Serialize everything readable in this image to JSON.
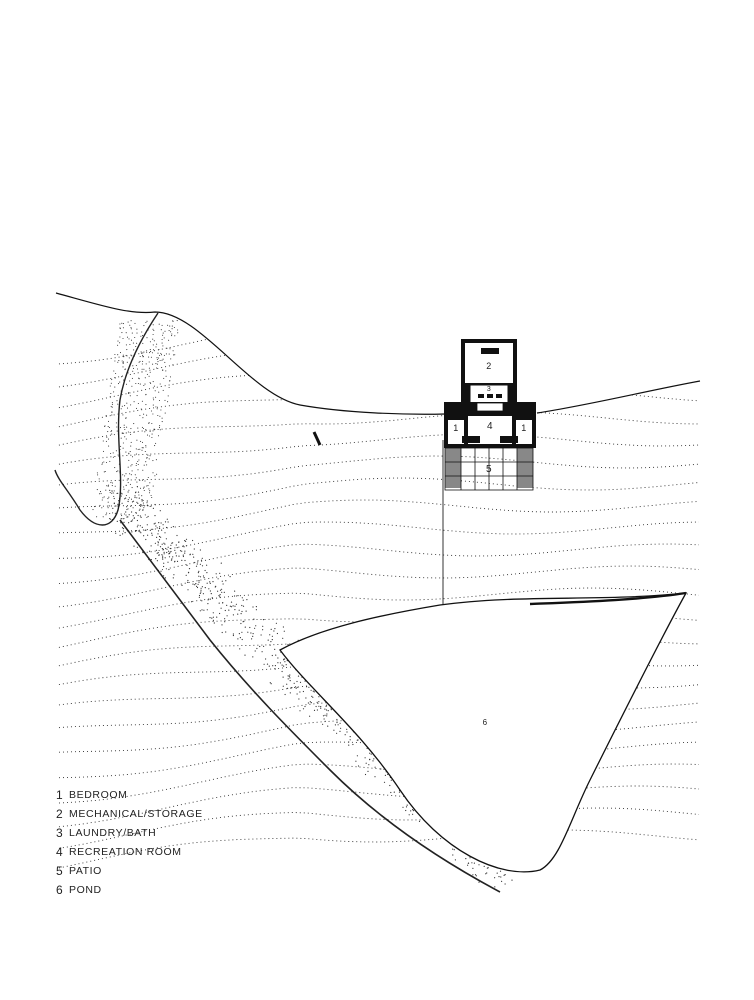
{
  "legend": {
    "items": [
      {
        "num": "1",
        "label": "BEDROOM"
      },
      {
        "num": "2",
        "label": "MECHANICAL/STORAGE"
      },
      {
        "num": "3",
        "label": "LAUNDRY/BATH"
      },
      {
        "num": "4",
        "label": "RECREATION ROOM"
      },
      {
        "num": "5",
        "label": "PATIO"
      },
      {
        "num": "6",
        "label": "POND"
      }
    ]
  },
  "plan_labels": {
    "bedroom_left": "1",
    "bedroom_right": "1",
    "mechanical": "2",
    "laundry": "3",
    "recreation": "4",
    "patio": "5",
    "pond": "6"
  },
  "colors": {
    "ink": "#111111",
    "paper": "#ffffff",
    "stipple": "#333333"
  }
}
